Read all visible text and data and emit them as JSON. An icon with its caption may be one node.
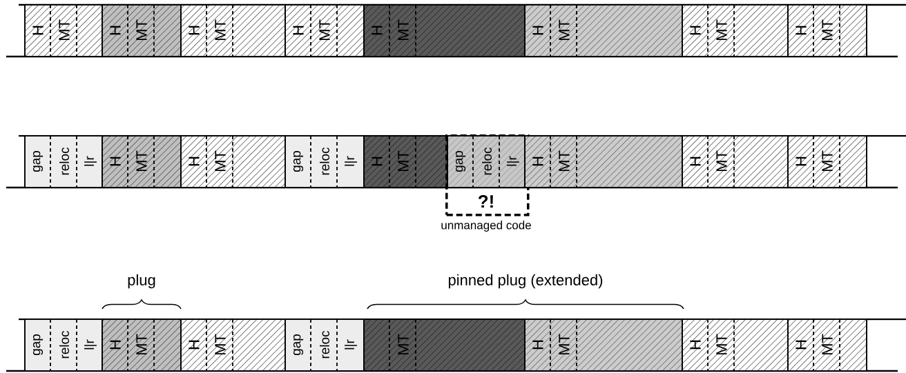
{
  "diagram": {
    "nodes": [
      {
        "text": [
          "H",
          "MT"
        ]
      },
      {
        "text": [
          "H",
          "MT"
        ]
      },
      {
        "text": [
          "H",
          "MT"
        ]
      },
      {
        "text": [
          "H",
          "MT"
        ]
      },
      {
        "text": [
          "H",
          "MT"
        ]
      },
      {
        "text": [
          "H",
          "MT"
        ]
      },
      {
        "text": [
          "H",
          "MT"
        ]
      },
      {
        "text": [
          "H",
          "MT"
        ]
      },
      {
        "text": [
          "gap",
          "reloc",
          "l|r"
        ]
      },
      {
        "text": [
          "H",
          "MT"
        ]
      },
      {
        "text": [
          "H",
          "MT"
        ]
      },
      {
        "text": [
          "gap",
          "reloc",
          "l|r"
        ]
      },
      {
        "text": [
          "H",
          "MT"
        ]
      },
      {
        "text": [
          "?!"
        ],
        "beside": [
          "unmanaged code"
        ]
      },
      {
        "text": [
          "gap",
          "reloc",
          "l|r"
        ],
        "in": 13
      },
      {
        "text": [
          "H",
          "MT"
        ]
      },
      {
        "text": [
          "H",
          "MT"
        ]
      },
      {
        "text": [
          "H",
          "MT"
        ]
      },
      {
        "text": [
          "gap",
          "reloc",
          "l|r"
        ]
      },
      {
        "text": [
          "H",
          "MT"
        ]
      },
      {
        "text": [
          "H",
          "MT"
        ]
      },
      {
        "text": [
          "gap",
          "reloc",
          "l|r"
        ]
      },
      {
        "text": [
          "MT"
        ]
      },
      {
        "text": [
          "H",
          "MT"
        ]
      },
      {
        "text": [
          "H",
          "MT"
        ]
      },
      {
        "text": [
          "H",
          "MT"
        ]
      }
    ],
    "labels": [
      "plug",
      "pinned plug (extended)"
    ]
  }
}
